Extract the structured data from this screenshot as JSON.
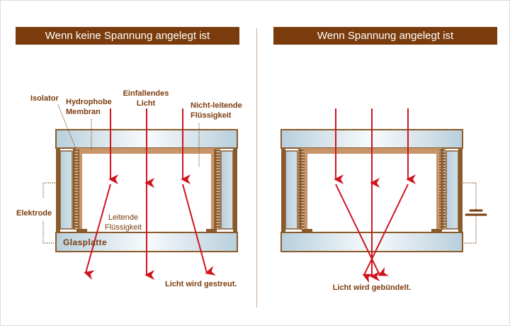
{
  "panels": {
    "left": {
      "title": "Wenn keine Spannung angelegt ist",
      "labels": {
        "isolator": "Isolator",
        "membrane_line1": "Hydrophobe",
        "membrane_line2": "Membran",
        "incident_line1": "Einfallendes",
        "incident_line2": "Licht",
        "nonconductive_line1": "Nicht-leitende",
        "nonconductive_line2": "Flüssigkeit",
        "electrode": "Elektrode",
        "conductive_line1": "Leitende",
        "conductive_line2": "Flüssigkeit",
        "glass": "Glasplatte",
        "result": "Licht wird gestreut."
      }
    },
    "right": {
      "title": "Wenn Spannung angelegt ist",
      "labels": {
        "result": "Licht wird gebündelt."
      }
    }
  },
  "colors": {
    "banner": "#7b3c0d",
    "frame_brown": "#8b5a2b",
    "membrane": "#c8956a",
    "glass_edge": "#b8cfdc",
    "ray": "#d0141e",
    "label": "#7b3c0d"
  }
}
